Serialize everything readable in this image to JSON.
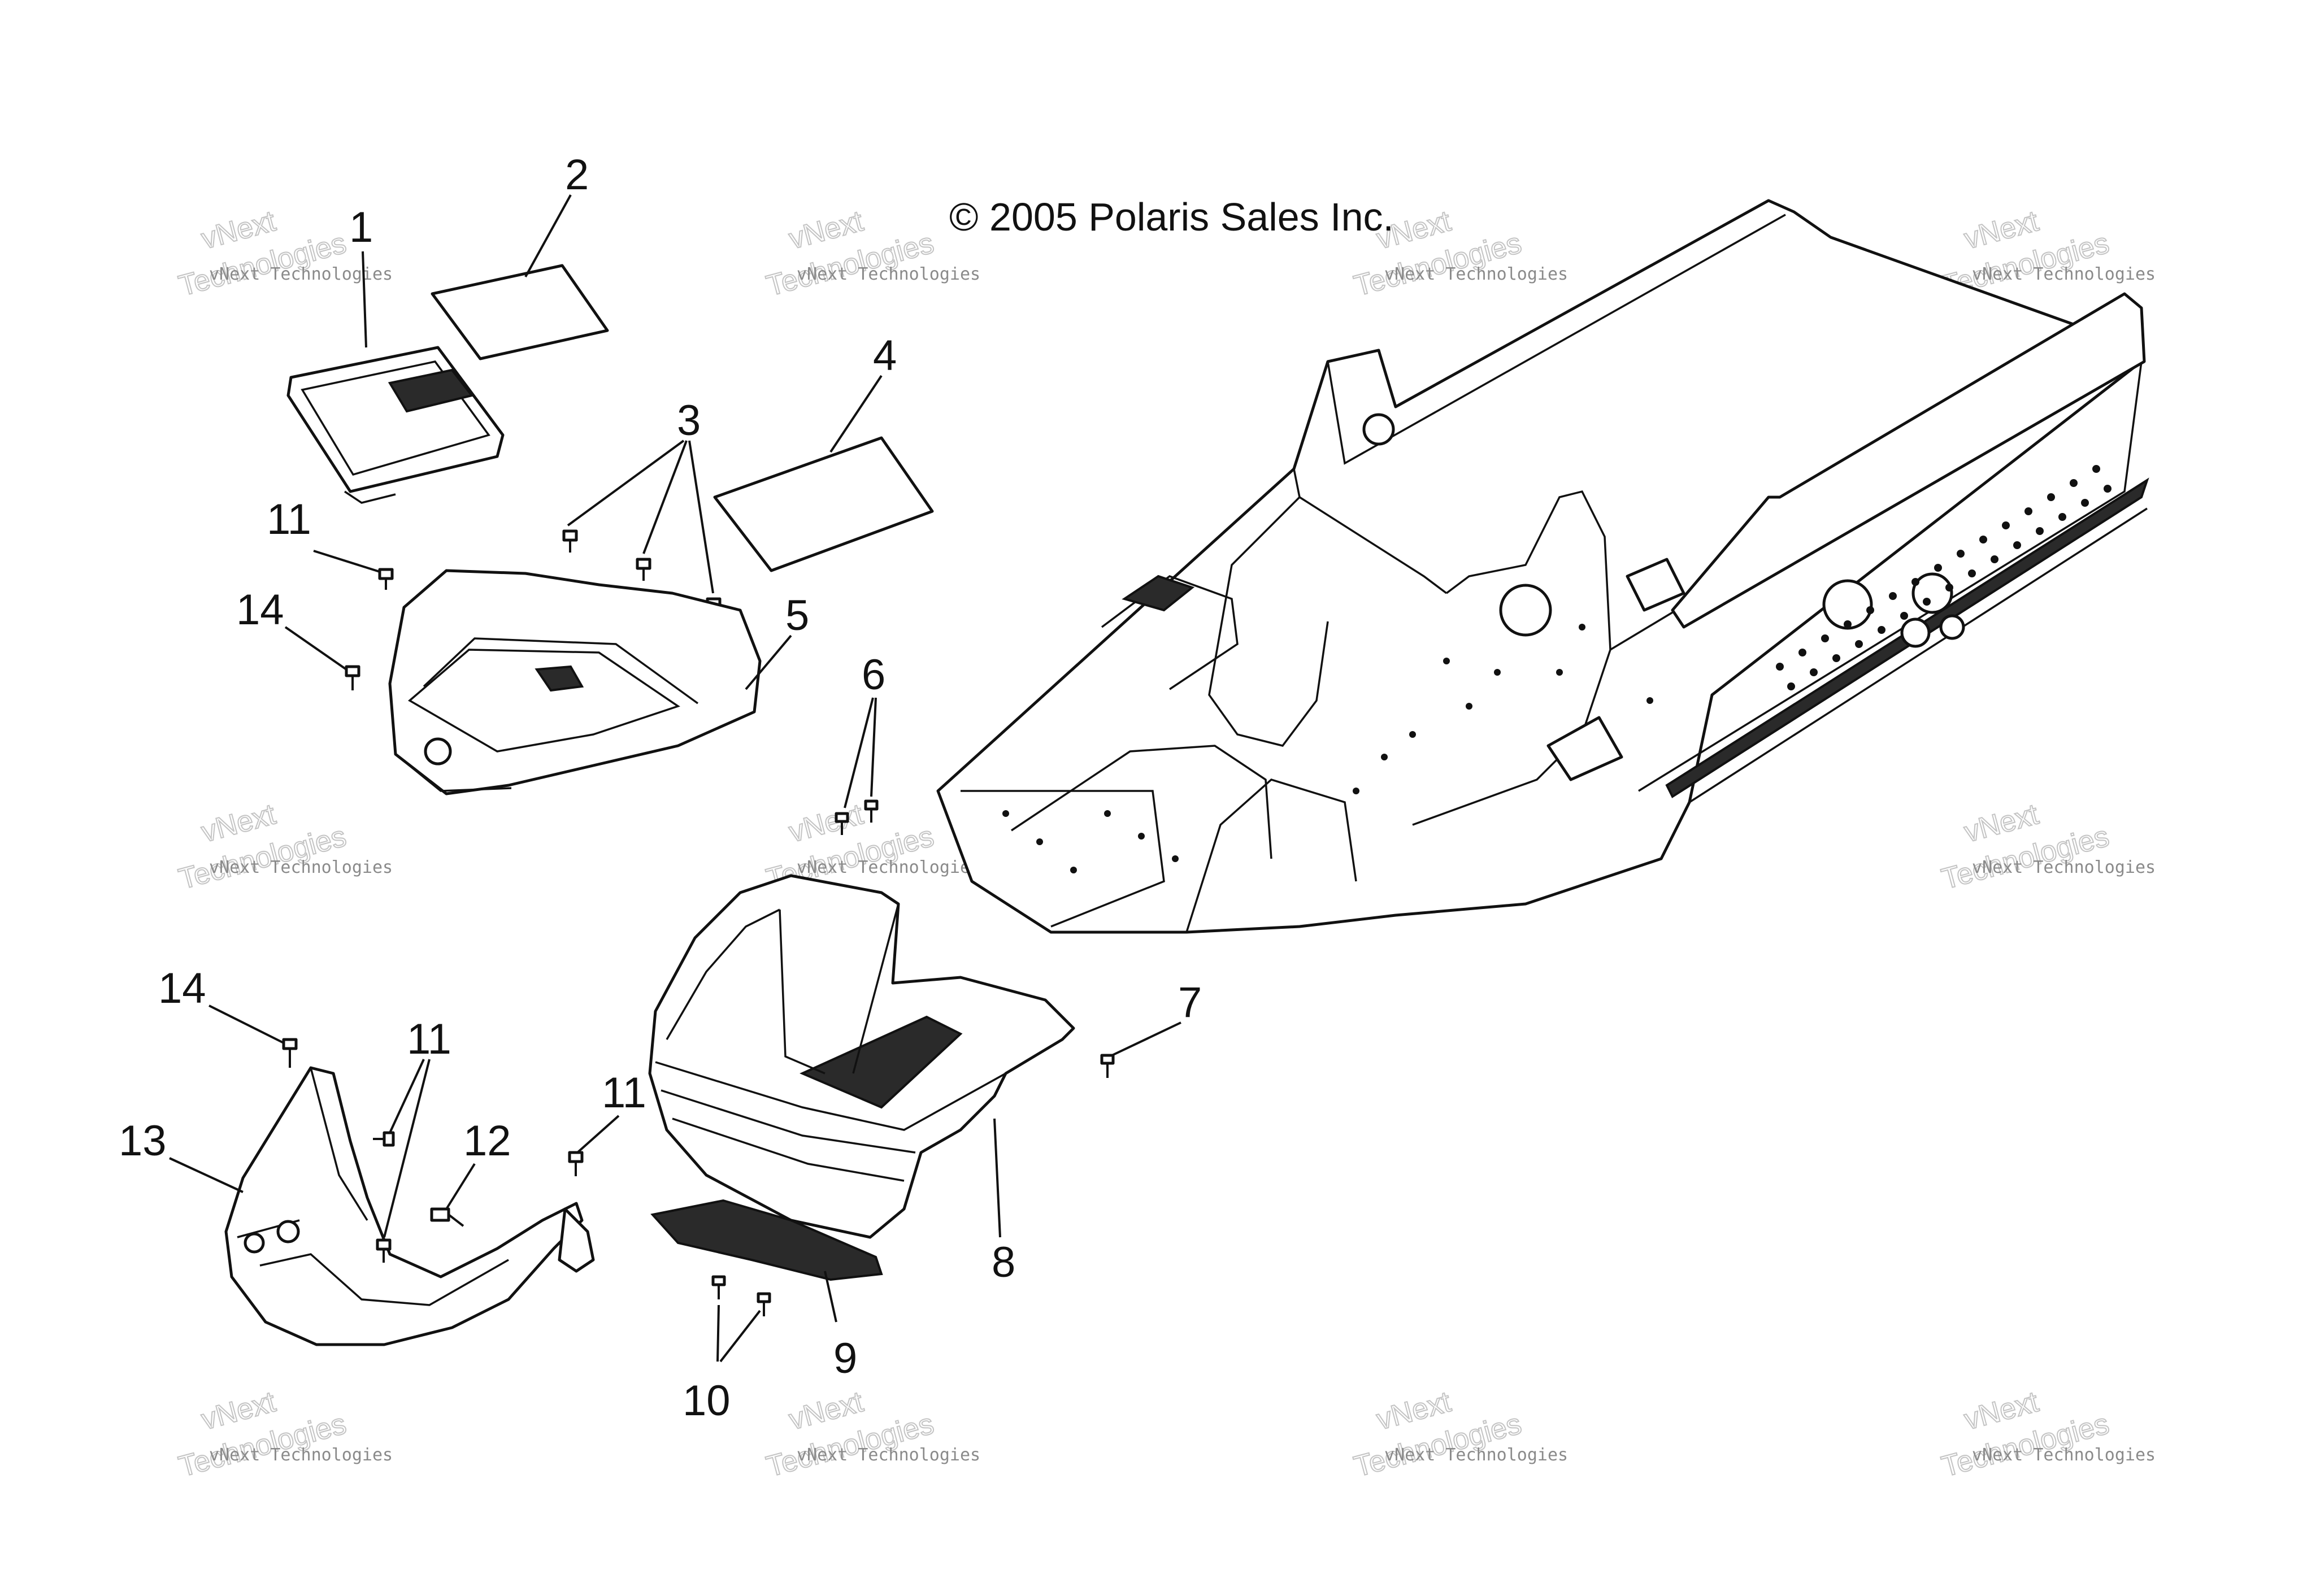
{
  "copyright": "© 2005 Polaris Sales Inc.",
  "watermark": {
    "line1": "vNext Technologies",
    "line2": "vNext",
    "line3": "Technologies"
  },
  "callouts": {
    "c1": "1",
    "c2": "2",
    "c3": "3",
    "c4": "4",
    "c5": "5",
    "c6": "6",
    "c7": "7",
    "c8": "8",
    "c9": "9",
    "c10": "10",
    "c11a": "11",
    "c11b": "11",
    "c11c": "11",
    "c12": "12",
    "c13": "13",
    "c14a": "14",
    "c14b": "14"
  }
}
